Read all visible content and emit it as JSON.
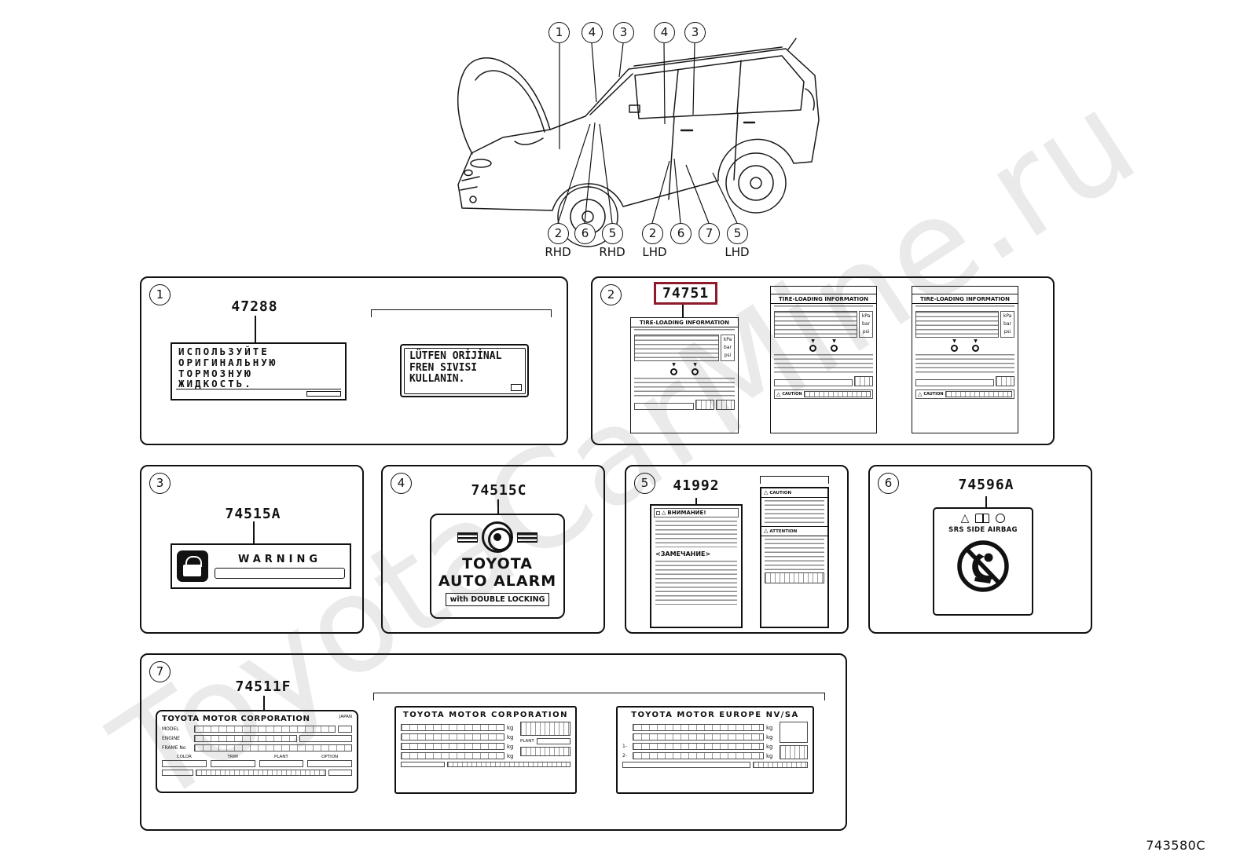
{
  "watermark": "ToyotaCarMine.ru",
  "drawing_number": "743580C",
  "icons": {
    "warning_triangle": "△",
    "down_arrow": "▼"
  },
  "car": {
    "top_callouts": [
      "1",
      "4",
      "3",
      "4",
      "3"
    ],
    "bottom_callouts": [
      "2",
      "6",
      "5",
      "2",
      "6",
      "7",
      "5"
    ],
    "position_labels": [
      "RHD",
      "RHD",
      "LHD",
      "LHD"
    ]
  },
  "panel1": {
    "number": "1",
    "part_number": "47288",
    "label_ru": {
      "lines": [
        "ИСПОЛЬЗУЙТЕ",
        "ОРИГИНАЛЬНУЮ",
        "ТОРМОЗНУЮ",
        "ЖИДКОСТЬ."
      ]
    },
    "label_tr": {
      "lines": [
        "LÜTFEN ORİJİNAL",
        "FREN SIVISI",
        "KULLANIN."
      ]
    }
  },
  "panel2": {
    "number": "2",
    "part_number": "74751",
    "highlight_color": "#8e1b2c",
    "tire_title": "TIRE-LOADING INFORMATION",
    "units": [
      "kPa",
      "bar",
      "psi"
    ],
    "caution": "CAUTION"
  },
  "panel3": {
    "number": "3",
    "part_number": "74515A",
    "warning": "WARNING"
  },
  "panel4": {
    "number": "4",
    "part_number": "74515C",
    "brand": "TOYOTA",
    "alarm": "AUTO ALARM",
    "sub": "with DOUBLE LOCKING"
  },
  "panel5": {
    "number": "5",
    "part_number": "41992",
    "attention_ru": "ВНИМАНИЕ!",
    "note_ru": "<ЗАМЕЧАНИЕ>",
    "caution_en": "CAUTION",
    "attention_fr": "ATTENTION"
  },
  "panel6": {
    "number": "6",
    "part_number": "74596A",
    "airbag_text": "SRS SIDE AIRBAG"
  },
  "panel7": {
    "number": "7",
    "part_number": "74511F",
    "kg": "kg",
    "label_a": {
      "header": "TOYOTA MOTOR CORPORATION",
      "country": "JAPAN",
      "rows": [
        "MODEL",
        "ENGINE",
        "FRAME No"
      ],
      "cols": [
        "COLOR",
        "TRIM",
        "PLANT",
        "OPTION"
      ]
    },
    "label_b": {
      "header": "TOYOTA MOTOR CORPORATION",
      "plant": "PLANT"
    },
    "label_c": {
      "header": "TOYOTA MOTOR EUROPE NV/SA",
      "markers": [
        "1-",
        "2-"
      ]
    }
  }
}
